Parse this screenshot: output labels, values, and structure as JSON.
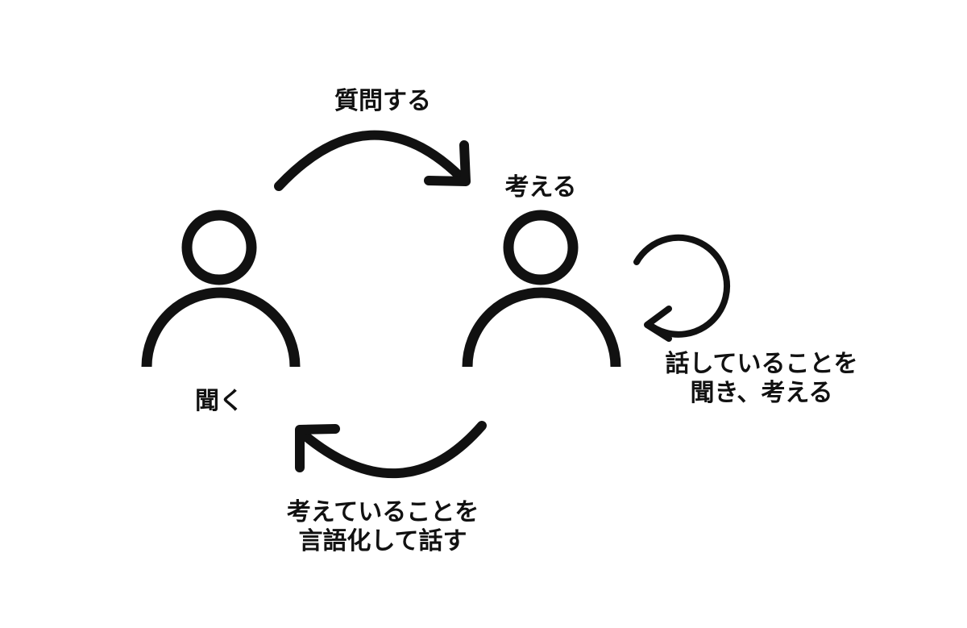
{
  "labels": {
    "ask": "質問する",
    "think": "考える",
    "listen": "聞く",
    "self_loop": [
      "話していることを",
      "聞き、考える"
    ],
    "verbalize": [
      "考えていることを",
      "言語化して話す"
    ]
  },
  "colors": {
    "stroke": "#111111",
    "background": "#ffffff"
  }
}
